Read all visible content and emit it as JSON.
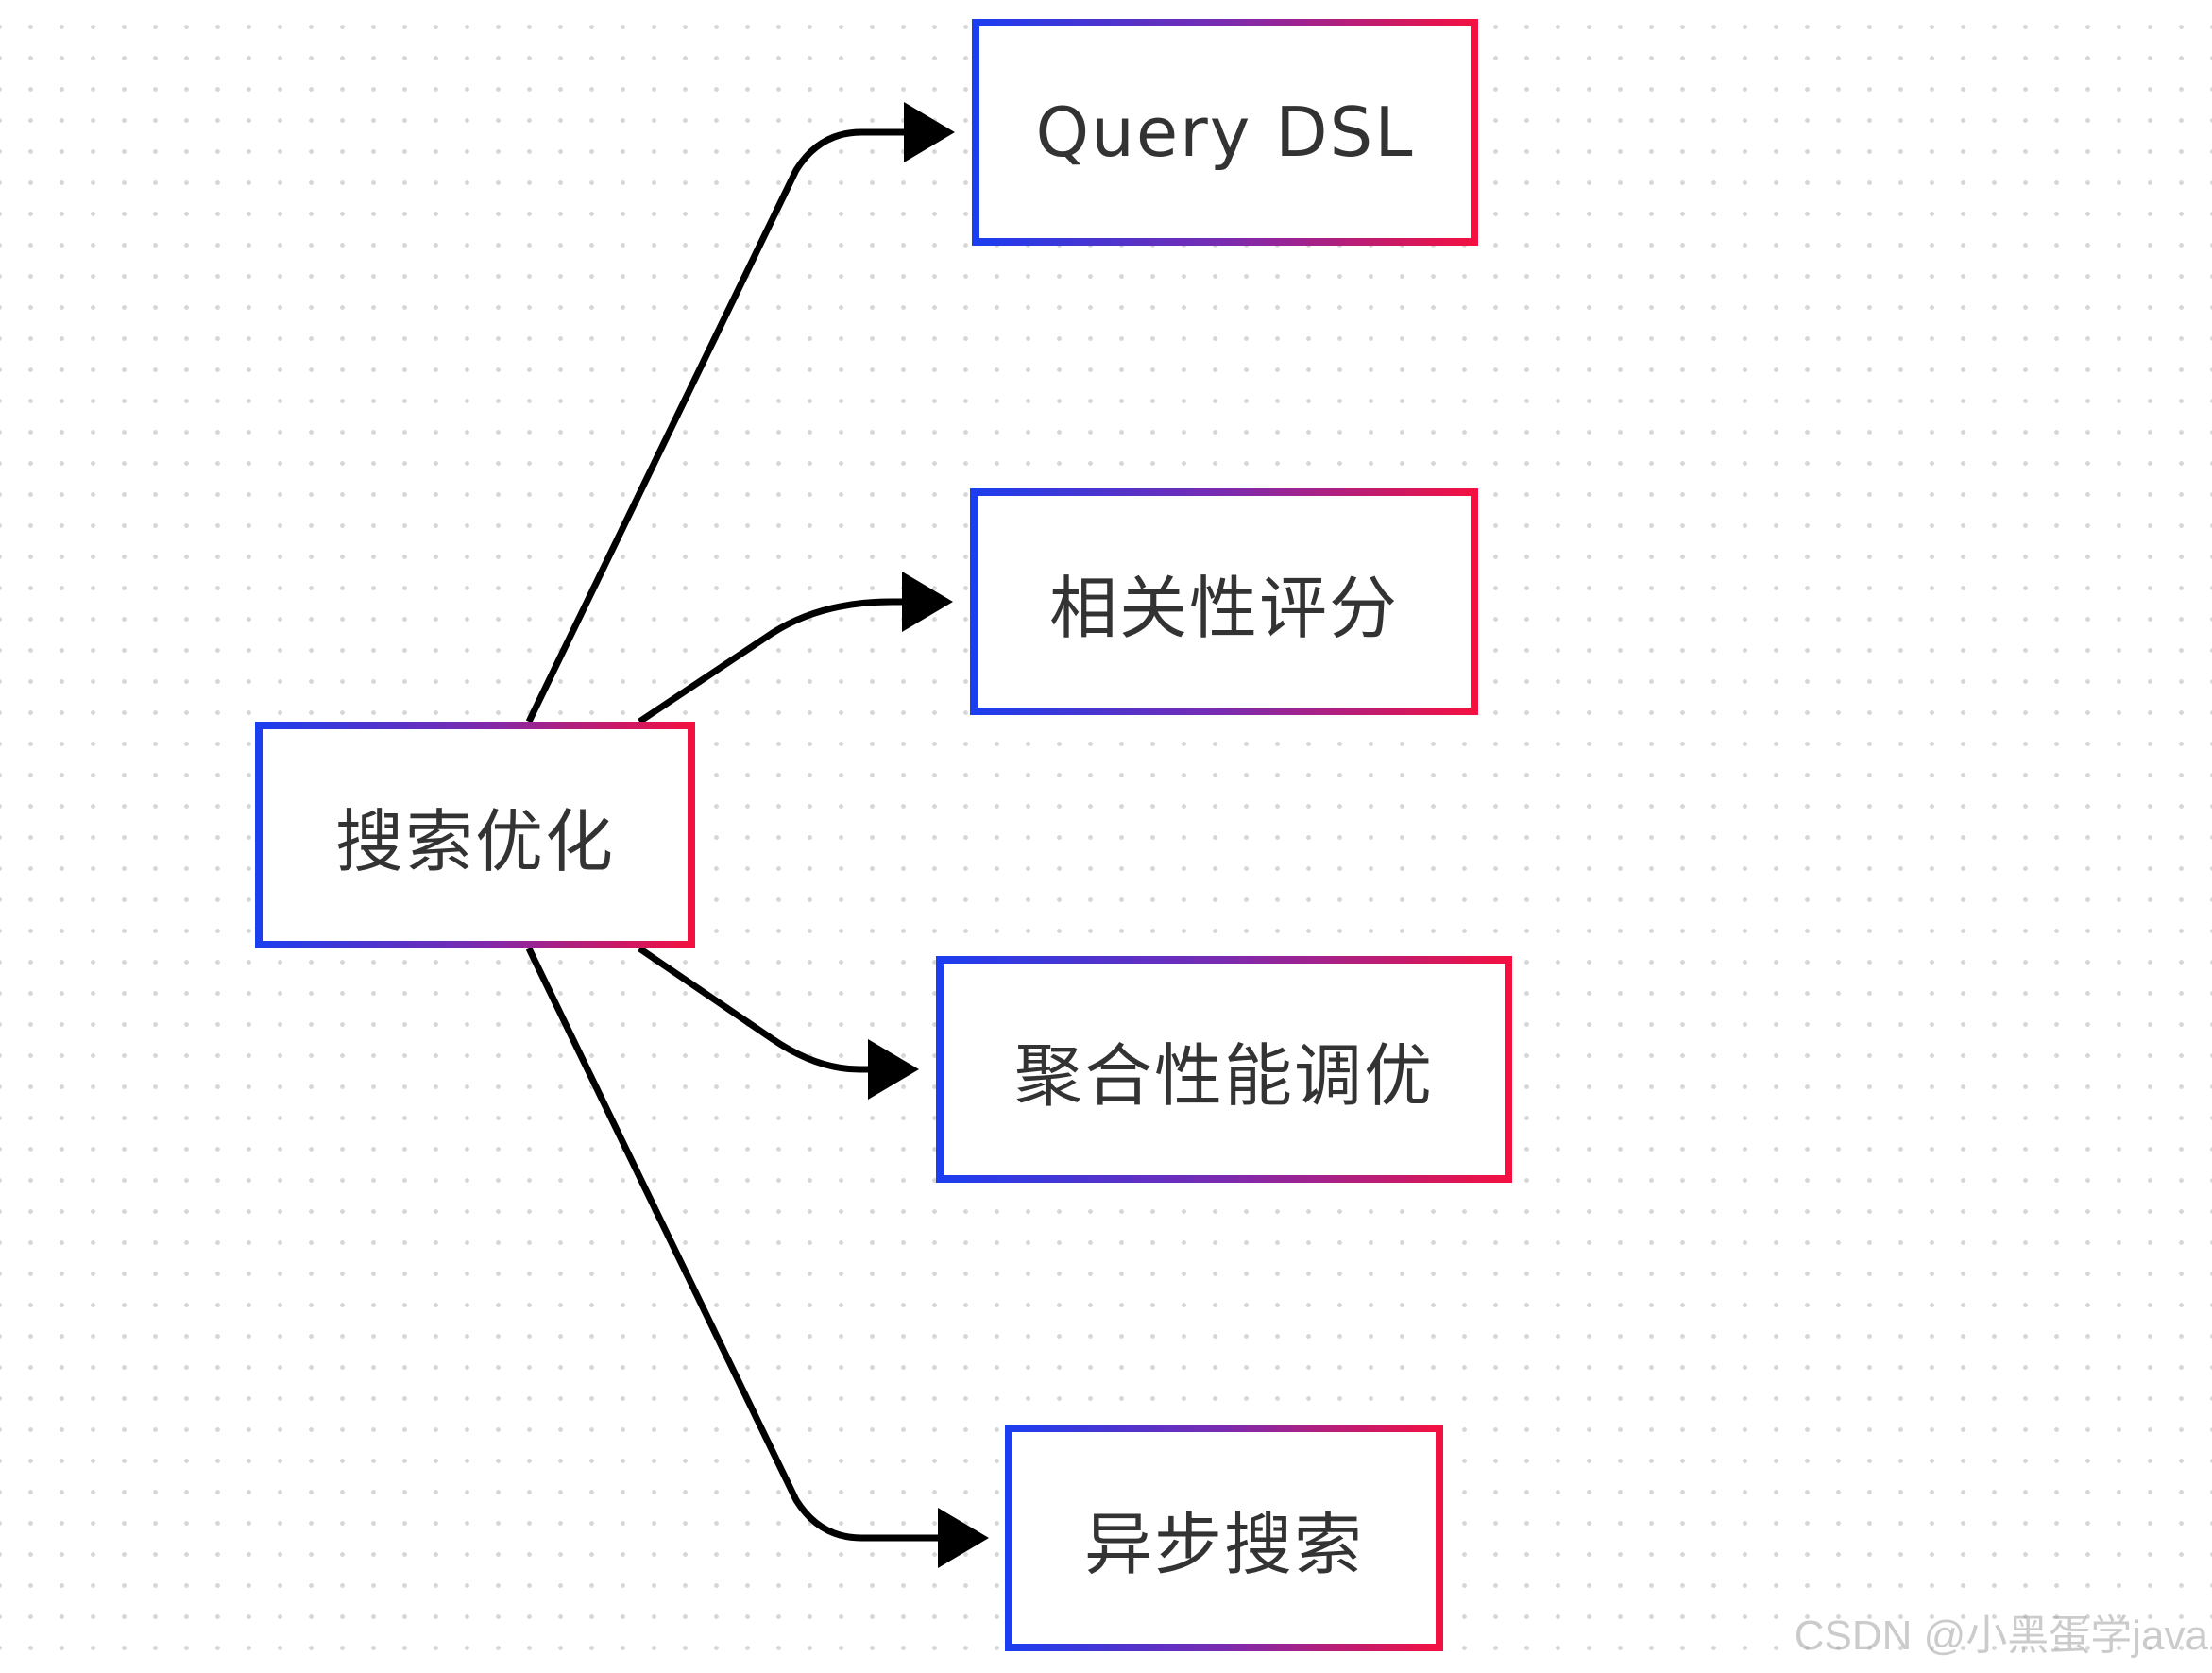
{
  "diagram": {
    "root": {
      "label": "搜索优化"
    },
    "children": [
      {
        "label": "Query DSL"
      },
      {
        "label": "相关性评分"
      },
      {
        "label": "聚合性能调优"
      },
      {
        "label": "异步搜索"
      }
    ]
  },
  "watermark": "CSDN @小黑蛋学java",
  "colors": {
    "border_start": "#1a3ef0",
    "border_end": "#f5103f",
    "text": "#333333",
    "edge": "#000000"
  }
}
